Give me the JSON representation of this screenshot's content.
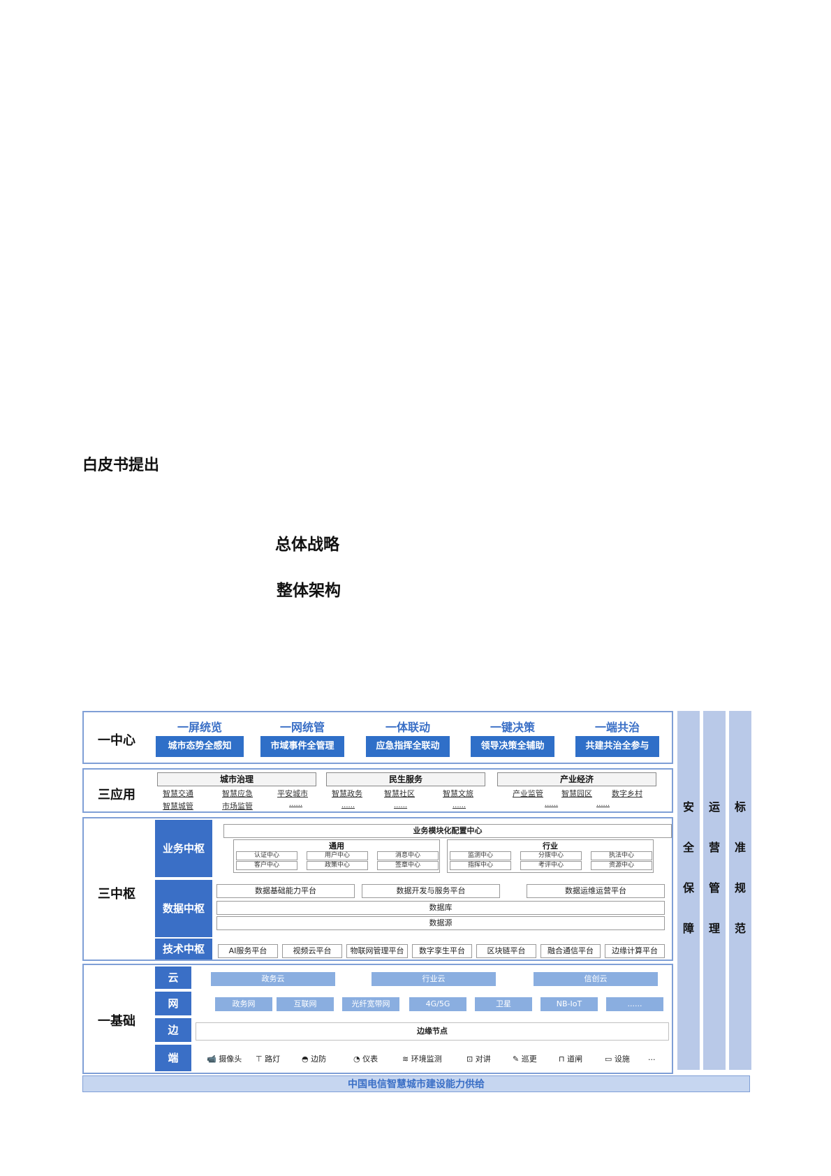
{
  "headings": {
    "white_paper": "白皮书提出",
    "strategy": "总体战略",
    "architecture": "整体架构"
  },
  "diagram": {
    "center": {
      "label": "一中心",
      "items": [
        {
          "title": "一屏统览",
          "button": "城市态势全感知"
        },
        {
          "title": "一网统管",
          "button": "市域事件全管理"
        },
        {
          "title": "一体联动",
          "button": "应急指挥全联动"
        },
        {
          "title": "一键决策",
          "button": "领导决策全辅助"
        },
        {
          "title": "一端共治",
          "button": "共建共治全参与"
        }
      ]
    },
    "apps": {
      "label": "三应用",
      "groups": [
        {
          "name": "城市治理",
          "row1": [
            "智慧交通",
            "智慧应急",
            "平安城市"
          ],
          "row2": [
            "智慧城管",
            "市场监管",
            "......"
          ]
        },
        {
          "name": "民生服务",
          "row1": [
            "智慧政务",
            "智慧社区",
            "智慧文旅"
          ],
          "row2": [
            "......",
            "......",
            "......"
          ]
        },
        {
          "name": "产业经济",
          "row1": [
            "产业监管",
            "智慧园区",
            "数字乡村"
          ],
          "row2": [
            "......",
            "......"
          ]
        }
      ]
    },
    "hubs": {
      "label": "三中枢",
      "business": {
        "label": "业务中枢",
        "config_center": "业务模块化配置中心",
        "general": {
          "title": "通用",
          "items": [
            "认证中心",
            "用户中心",
            "消息中心",
            "客户中心",
            "政策中心",
            "签章中心"
          ]
        },
        "industry": {
          "title": "行业",
          "items": [
            "监测中心",
            "分拨中心",
            "执法中心",
            "指挥中心",
            "考评中心",
            "资源中心"
          ]
        }
      },
      "data": {
        "label": "数据中枢",
        "platforms": [
          "数据基础能力平台",
          "数据开发与服务平台",
          "数据运维运营平台"
        ],
        "database": "数据库",
        "datasource": "数据源"
      },
      "tech": {
        "label": "技术中枢",
        "platforms": [
          "AI服务平台",
          "视频云平台",
          "物联网管理平台",
          "数字孪生平台",
          "区块链平台",
          "融合通信平台",
          "边缘计算平台"
        ]
      }
    },
    "foundation": {
      "label": "一基础",
      "cloud": {
        "label": "云",
        "items": [
          "政务云",
          "行业云",
          "信创云"
        ]
      },
      "network": {
        "label": "网",
        "items": [
          "政务网",
          "互联网",
          "光纤宽带网",
          "4G/5G",
          "卫星",
          "NB-IoT",
          "......"
        ]
      },
      "edge": {
        "label": "边",
        "item": "边缘节点"
      },
      "terminal": {
        "label": "端",
        "items": [
          "摄像头",
          "路灯",
          "边防",
          "仪表",
          "环境监测",
          "对讲",
          "巡更",
          "道闸",
          "设施",
          "..."
        ]
      }
    },
    "side": {
      "security": [
        "安",
        "全",
        "保",
        "障"
      ],
      "operation": [
        "运",
        "营",
        "管",
        "理"
      ],
      "standard": [
        "标",
        "准",
        "规",
        "范"
      ]
    },
    "footer": "中国电信智慧城市建设能力供给"
  }
}
